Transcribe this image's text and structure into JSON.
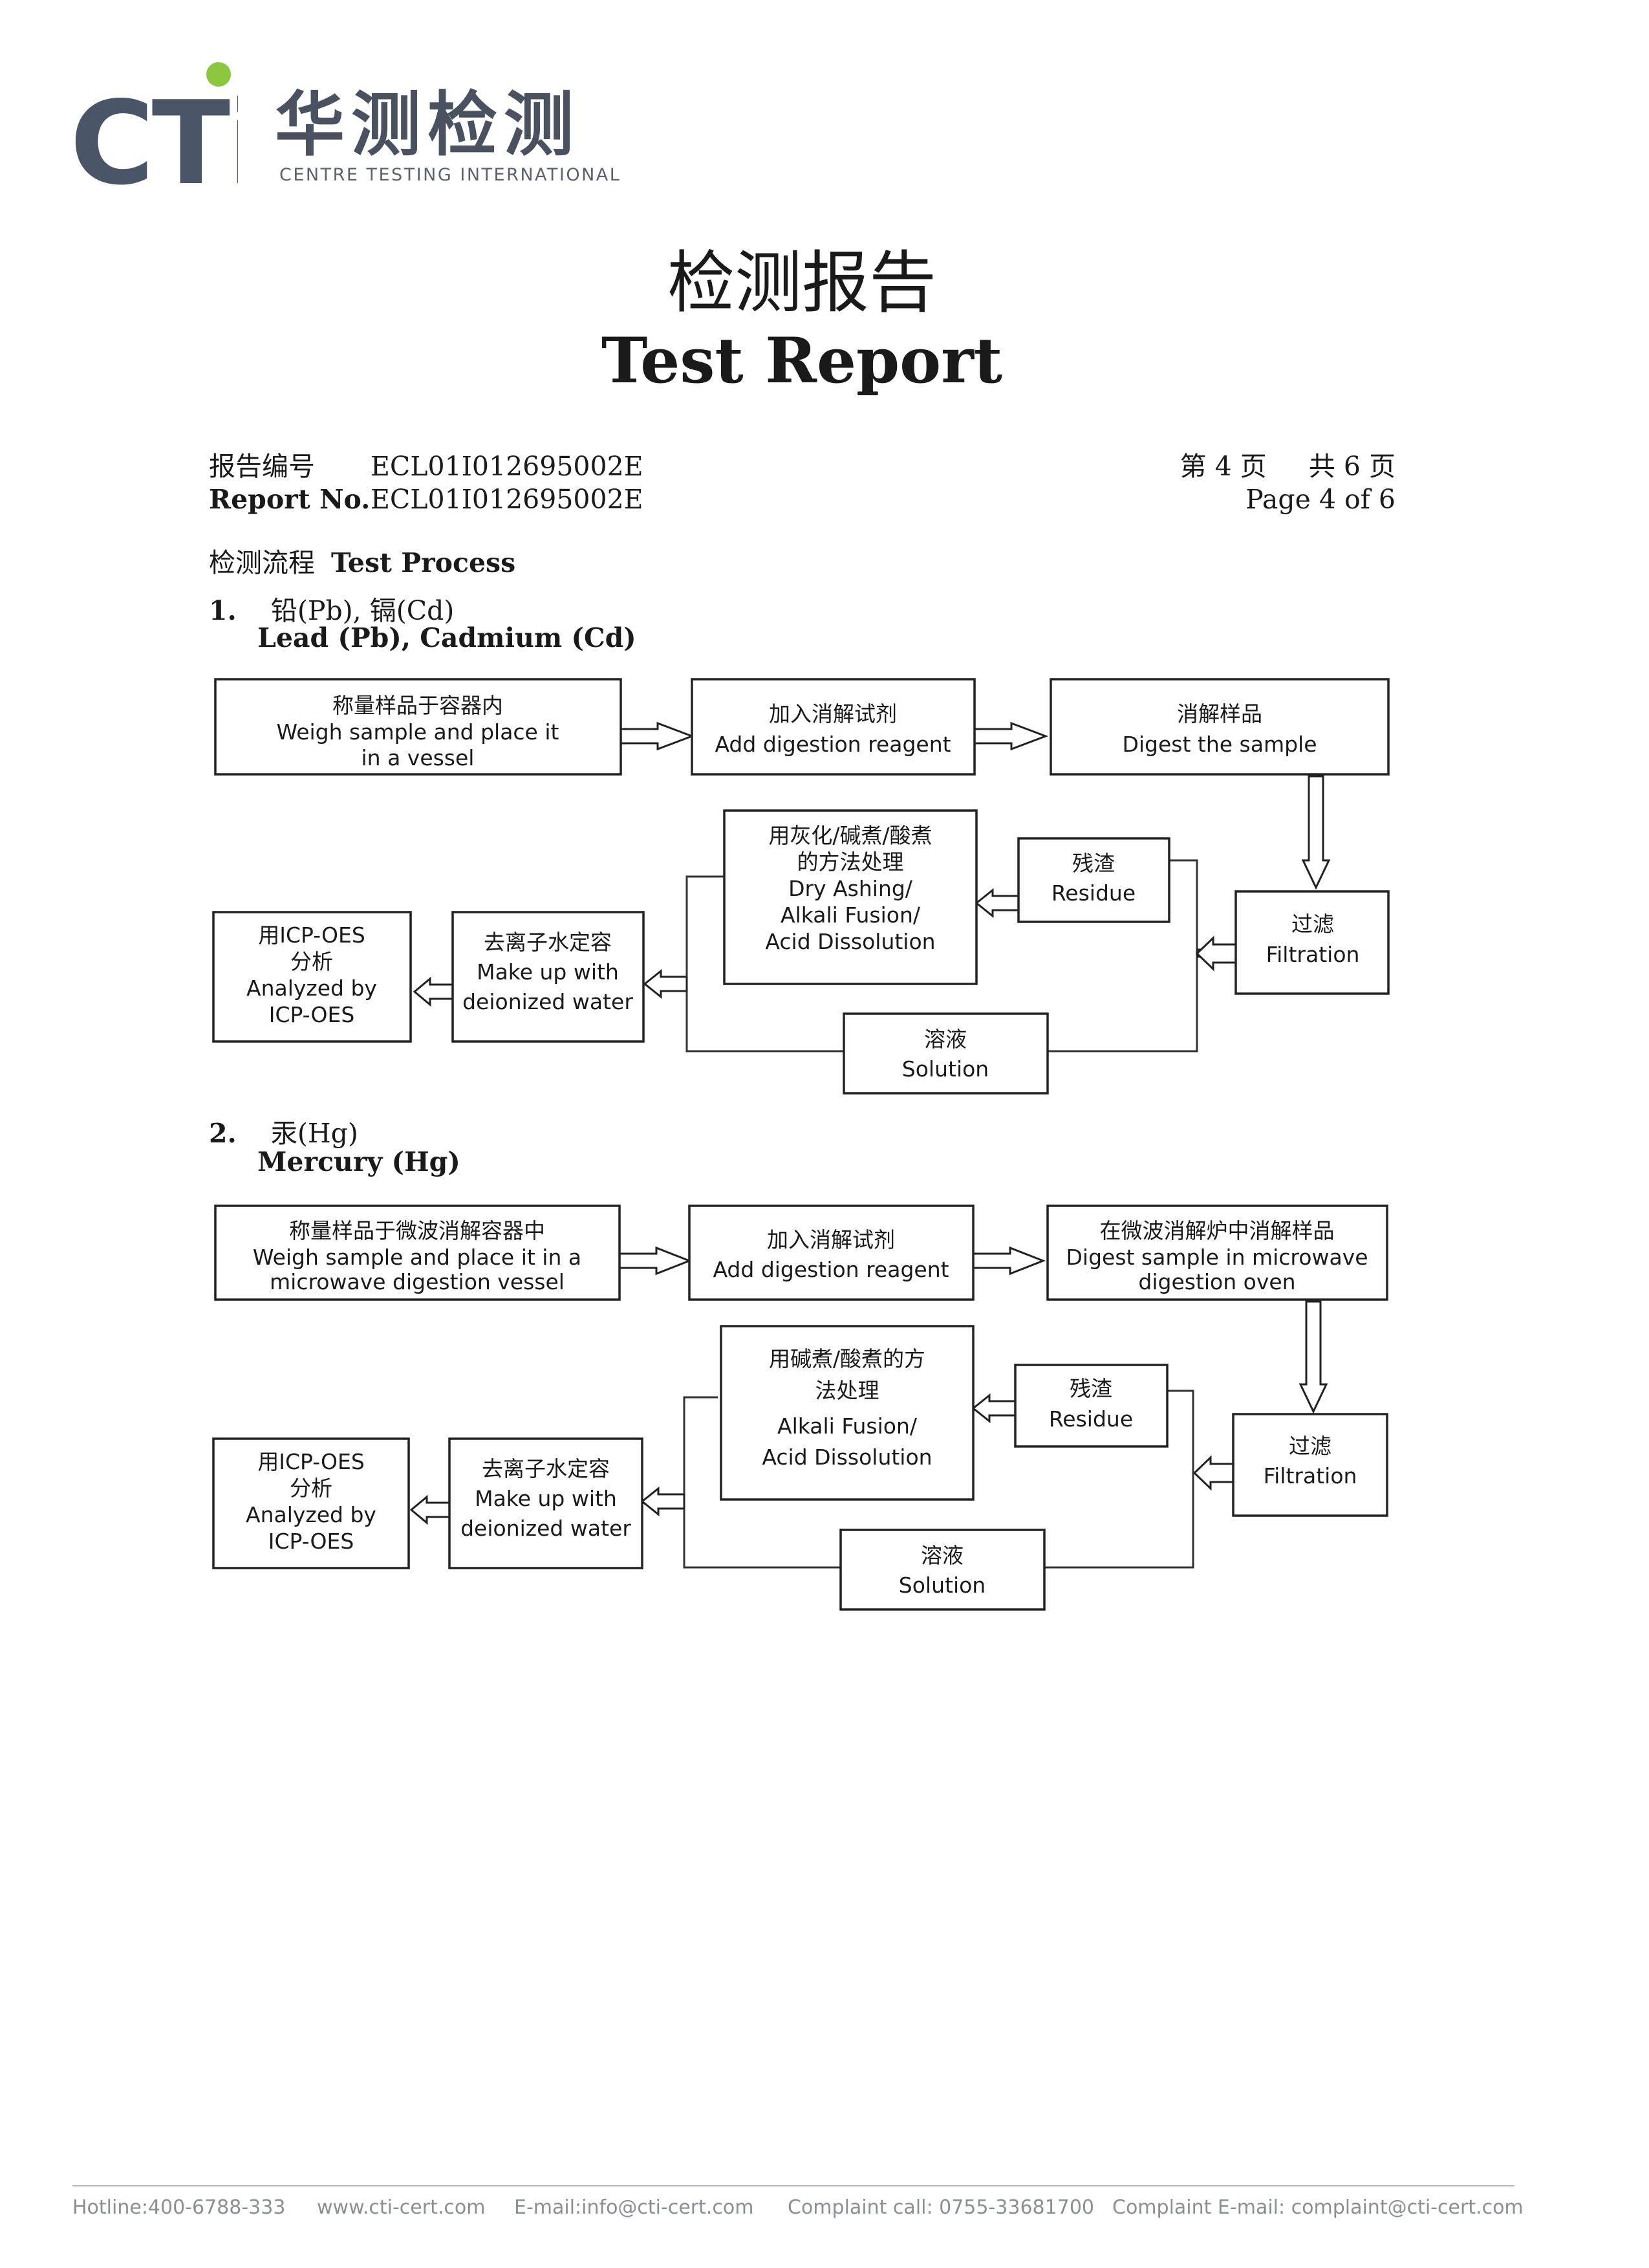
{
  "header": {
    "logo_text": "CTi",
    "logo_cn": "华测检测",
    "logo_en": "CENTRE TESTING INTERNATIONAL",
    "brand_color": "#4a5568",
    "dot_color": "#8cc63f"
  },
  "title": {
    "cn": "检测报告",
    "en": "Test Report"
  },
  "report": {
    "no_label_cn": "报告编号",
    "no_label_en": "Report No.",
    "no_value_cn": "ECL01I012695002E",
    "no_value_en": "ECL01I012695002E",
    "page_cn": "第 4 页     共 6 页",
    "page_en": "Page 4 of 6"
  },
  "section": {
    "label_cn": "检测流程",
    "label_en": "Test Process"
  },
  "processes": [
    {
      "number": "1.",
      "title_cn": "铅(Pb), 镉(Cd)",
      "title_en": "Lead (Pb), Cadmium (Cd)",
      "boxes": {
        "weigh": [
          "称量样品于容器内",
          "Weigh sample and place it",
          "in a vessel"
        ],
        "reagent": [
          "加入消解试剂",
          "Add digestion reagent"
        ],
        "digest": [
          "消解样品",
          "Digest the sample"
        ],
        "treat": [
          "用灰化/碱煮/酸煮",
          "的方法处理",
          "Dry Ashing/",
          "Alkali Fusion/",
          "Acid Dissolution"
        ],
        "residue": [
          "残渣",
          "Residue"
        ],
        "filtration": [
          "过滤",
          "Filtration"
        ],
        "makeup": [
          "去离子水定容",
          "Make up with",
          "deionized water"
        ],
        "icp": [
          "用ICP-OES",
          "分析",
          "Analyzed by",
          "ICP-OES"
        ],
        "solution": [
          "溶液",
          "Solution"
        ]
      }
    },
    {
      "number": "2.",
      "title_cn": "汞(Hg)",
      "title_en": "Mercury (Hg)",
      "boxes": {
        "weigh": [
          "称量样品于微波消解容器中",
          "Weigh sample and place it in a",
          "microwave digestion vessel"
        ],
        "reagent": [
          "加入消解试剂",
          "Add digestion reagent"
        ],
        "digest": [
          "在微波消解炉中消解样品",
          "Digest sample in microwave",
          "digestion oven"
        ],
        "treat": [
          "用碱煮/酸煮的方",
          "法处理",
          "Alkali Fusion/",
          "Acid Dissolution"
        ],
        "residue": [
          "残渣",
          "Residue"
        ],
        "filtration": [
          "过滤",
          "Filtration"
        ],
        "makeup": [
          "去离子水定容",
          "Make up with",
          "deionized water"
        ],
        "icp": [
          "用ICP-OES",
          "分析",
          "Analyzed by",
          "ICP-OES"
        ],
        "solution": [
          "溶液",
          "Solution"
        ]
      }
    }
  ],
  "footer": {
    "hotline": "Hotline:400-6788-333",
    "website": "www.cti-cert.com",
    "email": "E-mail:info@cti-cert.com",
    "complaint_call": "Complaint call: 0755-33681700",
    "complaint_email": "Complaint E-mail: complaint@cti-cert.com"
  }
}
